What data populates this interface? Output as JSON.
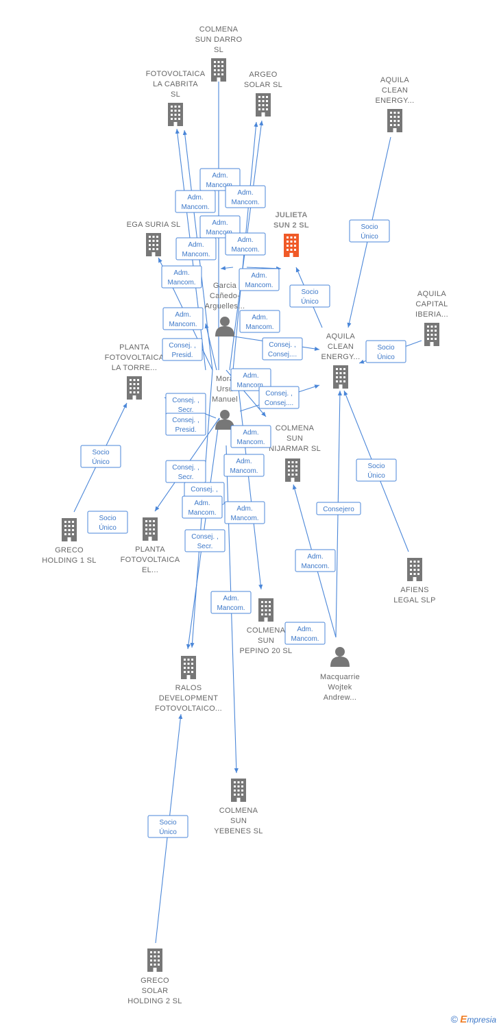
{
  "colors": {
    "edge": "#4a86d8",
    "company": "#777777",
    "focus": "#f05a28",
    "person": "#777777",
    "label": "#666666"
  },
  "nodes": [
    {
      "id": "colmena_darro",
      "type": "company",
      "lines": [
        "COLMENA",
        "SUN DARRO",
        "SL"
      ]
    },
    {
      "id": "fotovoltaica_cabrita",
      "type": "company",
      "lines": [
        "FOTOVOLTAICA",
        "LA CABRITA",
        "SL"
      ]
    },
    {
      "id": "argeo",
      "type": "company",
      "lines": [
        "ARGEO",
        "SOLAR  SL"
      ]
    },
    {
      "id": "aquila_clean_top",
      "type": "company",
      "lines": [
        "AQUILA",
        "CLEAN",
        "ENERGY..."
      ]
    },
    {
      "id": "ega_suria",
      "type": "company",
      "lines": [
        "EGA SURIA  SL"
      ]
    },
    {
      "id": "julieta",
      "type": "focus",
      "lines": [
        "JULIETA",
        "SUN 2  SL"
      ]
    },
    {
      "id": "garcia",
      "type": "person",
      "lines": [
        "Garcia",
        "Cañedo-",
        "Arguelles..."
      ]
    },
    {
      "id": "aquila_capital",
      "type": "company",
      "lines": [
        "AQUILA",
        "CAPITAL",
        "IBERIA..."
      ]
    },
    {
      "id": "aquila_clean_mid",
      "type": "company",
      "lines": [
        "AQUILA",
        "CLEAN",
        "ENERGY..."
      ]
    },
    {
      "id": "planta_torre",
      "type": "company",
      "lines": [
        "PLANTA",
        "FOTOVOLTAICA",
        "LA TORRE..."
      ]
    },
    {
      "id": "mora",
      "type": "person",
      "lines": [
        "Mora",
        "Ursu",
        "Manuel"
      ]
    },
    {
      "id": "colmena_nijarmar",
      "type": "company",
      "lines": [
        "COLMENA",
        "SUN",
        "NIJARMAR  SL"
      ]
    },
    {
      "id": "greco1",
      "type": "company",
      "lines": [
        "GRECO",
        "HOLDING 1  SL"
      ]
    },
    {
      "id": "planta_el",
      "type": "company",
      "lines": [
        "PLANTA",
        "FOTOVOLTAICA",
        "EL..."
      ]
    },
    {
      "id": "afiens",
      "type": "company",
      "lines": [
        "AFIENS",
        "LEGAL  SLP"
      ]
    },
    {
      "id": "colmena_pepino",
      "type": "company",
      "lines": [
        "COLMENA",
        "SUN",
        "PEPINO 20  SL"
      ]
    },
    {
      "id": "macquarrie",
      "type": "person",
      "lines": [
        "Macquarrie",
        "Wojtek",
        "Andrew..."
      ]
    },
    {
      "id": "ralos",
      "type": "company",
      "lines": [
        "RALOS",
        "DEVELOPMENT",
        "FOTOVOLTAICO..."
      ]
    },
    {
      "id": "colmena_yebenes",
      "type": "company",
      "lines": [
        "COLMENA",
        "SUN",
        "YEBENES  SL"
      ]
    },
    {
      "id": "greco2",
      "type": "company",
      "lines": [
        "GRECO",
        "SOLAR",
        "HOLDING 2  SL"
      ]
    }
  ],
  "badges": [
    {
      "id": "b1",
      "lines": [
        "Adm.",
        "Mancom."
      ]
    },
    {
      "id": "b2",
      "lines": [
        "Adm.",
        "Mancom."
      ]
    },
    {
      "id": "b3",
      "lines": [
        "Adm.",
        "Mancom."
      ]
    },
    {
      "id": "b4",
      "lines": [
        "Adm.",
        "Mancom."
      ]
    },
    {
      "id": "b5",
      "lines": [
        "Adm.",
        "Mancom."
      ]
    },
    {
      "id": "b6",
      "lines": [
        "Adm.",
        "Mancom."
      ]
    },
    {
      "id": "b7",
      "lines": [
        "Adm.",
        "Mancom."
      ]
    },
    {
      "id": "b8",
      "lines": [
        "Adm.",
        "Mancom."
      ]
    },
    {
      "id": "b9",
      "lines": [
        "Adm.",
        "Mancom."
      ]
    },
    {
      "id": "b10",
      "lines": [
        "Adm.",
        "Mancom."
      ]
    },
    {
      "id": "b11",
      "lines": [
        "Consej. ,",
        "Presid."
      ]
    },
    {
      "id": "b12",
      "lines": [
        "Consej. ,",
        "Consej...."
      ]
    },
    {
      "id": "b13",
      "lines": [
        "Adm.",
        "Mancom."
      ]
    },
    {
      "id": "b14",
      "lines": [
        "Consej. ,",
        "Consej...."
      ]
    },
    {
      "id": "b15",
      "lines": [
        "Consej. ,",
        "Secr."
      ]
    },
    {
      "id": "b16",
      "lines": [
        "Consej. ,",
        "Presid."
      ]
    },
    {
      "id": "b17",
      "lines": [
        "Adm.",
        "Mancom."
      ]
    },
    {
      "id": "b18",
      "lines": [
        "Adm.",
        "Mancom."
      ]
    },
    {
      "id": "b19",
      "lines": [
        "Consej. ,",
        "Secr."
      ]
    },
    {
      "id": "b20",
      "lines": [
        "Consej. ,",
        "Presid."
      ]
    },
    {
      "id": "b21",
      "lines": [
        "Adm.",
        "Mancom."
      ]
    },
    {
      "id": "b22",
      "lines": [
        "Consej. ,",
        "Secr."
      ]
    },
    {
      "id": "b23",
      "lines": [
        "Adm.",
        "Mancom."
      ]
    },
    {
      "id": "b24",
      "lines": [
        "Adm.",
        "Mancom."
      ]
    },
    {
      "id": "b25",
      "lines": [
        "Adm.",
        "Mancom."
      ]
    },
    {
      "id": "b26",
      "lines": [
        "Socio",
        "Único"
      ]
    },
    {
      "id": "b27",
      "lines": [
        "Socio",
        "Único"
      ]
    },
    {
      "id": "b28",
      "lines": [
        "Socio",
        "Único"
      ]
    },
    {
      "id": "b29",
      "lines": [
        "Socio",
        "Único"
      ]
    },
    {
      "id": "b30",
      "lines": [
        "Socio",
        "Único"
      ]
    },
    {
      "id": "b31",
      "lines": [
        "Socio",
        "Único"
      ]
    },
    {
      "id": "b32",
      "lines": [
        "Consejero"
      ]
    },
    {
      "id": "b33",
      "lines": [
        "Adm.",
        "Mancom."
      ]
    },
    {
      "id": "b34",
      "lines": [
        "Socio",
        "Único"
      ]
    }
  ],
  "footer": {
    "copyright": "©",
    "brand_initial": "E",
    "brand_rest": "mpresia"
  }
}
